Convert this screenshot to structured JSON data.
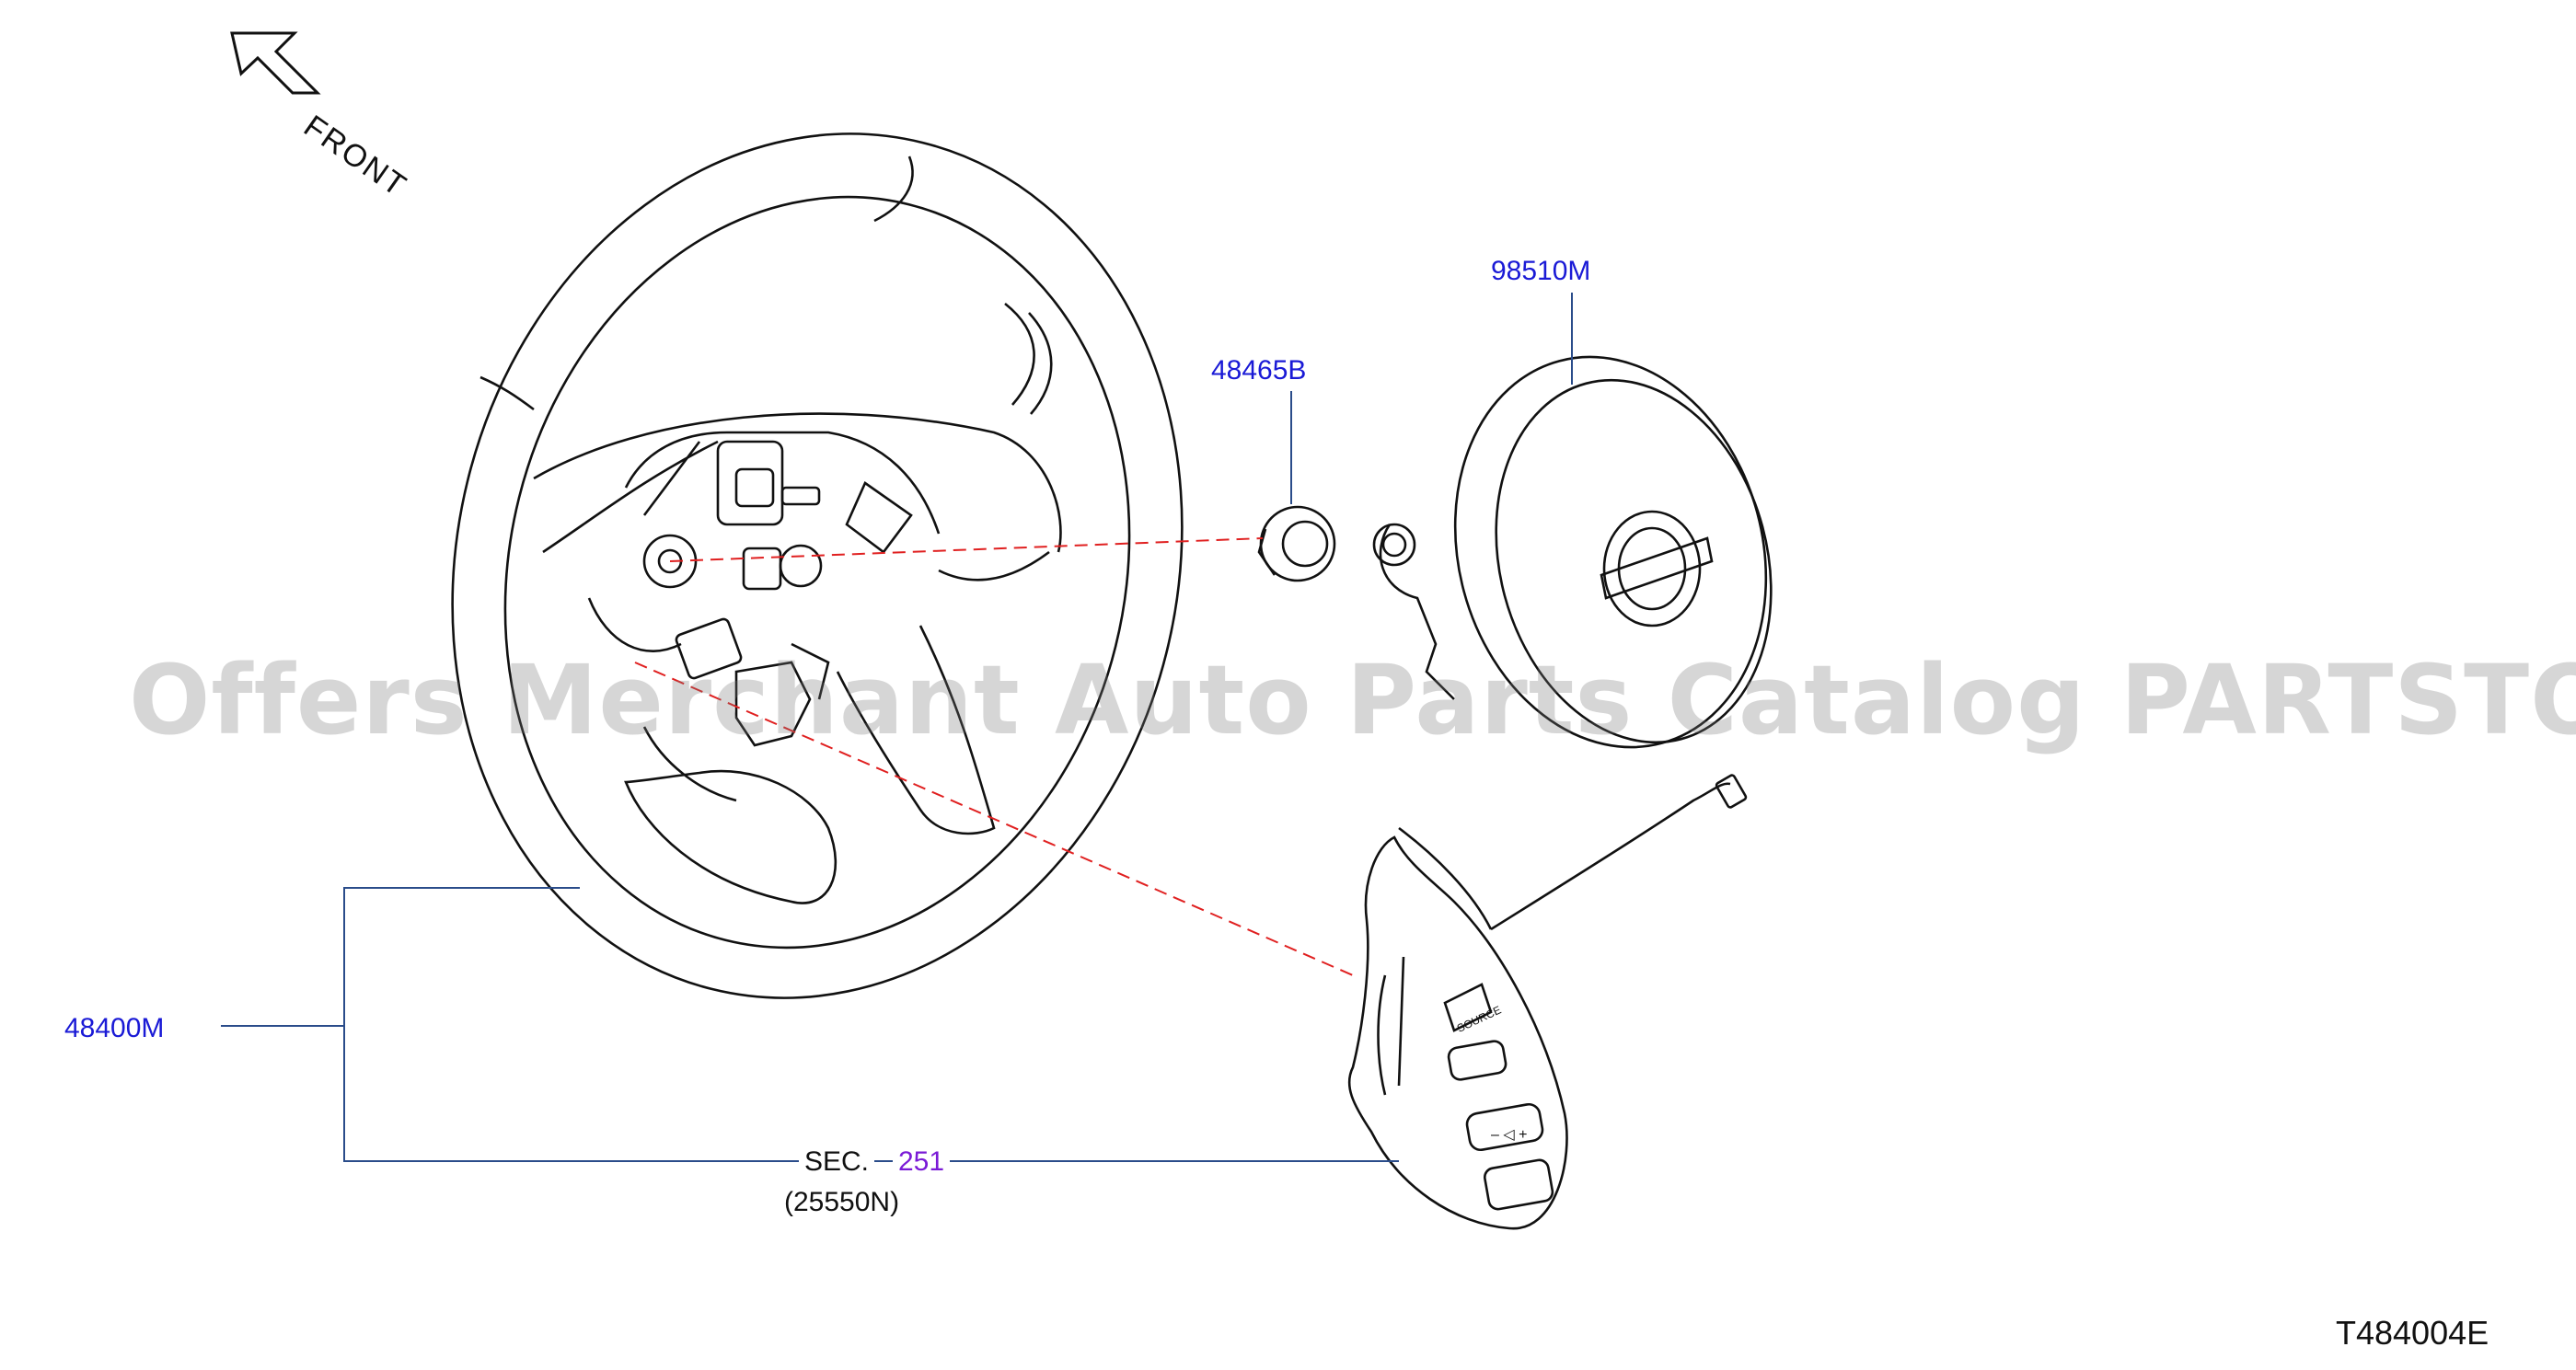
{
  "diagram": {
    "front_label": "FRONT",
    "drawing_code": "T484004E",
    "sec_prefix": "SEC.",
    "sec_number": "251",
    "sec_sub": "(25550N)",
    "watermark": "Offers Merchant Auto Parts Catalog PARTSTORE.SA",
    "parts": {
      "airbag_module": "98510M",
      "horn_spacer": "48465B",
      "steering_wheel": "48400M"
    },
    "colors": {
      "link_part": "#1a1ad6",
      "link_section": "#7a1ad6",
      "dashed_leader": "#e02020",
      "leader_line": "#2a4c8a"
    },
    "icons": [
      "front-arrow-icon"
    ]
  }
}
